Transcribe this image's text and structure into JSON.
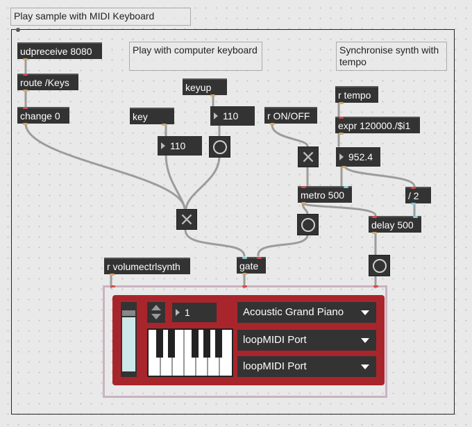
{
  "title_comment": "Play sample with MIDI Keyboard",
  "comments": {
    "computer_keyboard": "Play with computer keyboard",
    "sync_tempo": "Synchronise synth with tempo"
  },
  "objects": {
    "udpreceive": "udpreceive 8080",
    "route": "route /Keys",
    "change": "change 0",
    "key": "key",
    "keyup": "keyup",
    "r_onoff": "r ON/OFF",
    "r_tempo": "r tempo",
    "expr": "expr 120000./$i1",
    "metro": "metro 500",
    "div2": "/ 2",
    "delay": "delay 500",
    "r_volume": "r volumectrlsynth",
    "gate": "gate"
  },
  "numbers": {
    "key_number": "110",
    "keyup_number": "110",
    "tempo_number": "952.4",
    "channel_number": "1"
  },
  "synth": {
    "instrument": "Acoustic Grand Piano",
    "midi_in": "loopMIDI Port",
    "midi_out": "loopMIDI Port"
  },
  "colors": {
    "object_bg": "#333333",
    "device_red": "#a8262b",
    "inlet_outlet": "#d4a86a",
    "signal_port": "#7fd0e0",
    "cord": "#a0a0a0"
  }
}
